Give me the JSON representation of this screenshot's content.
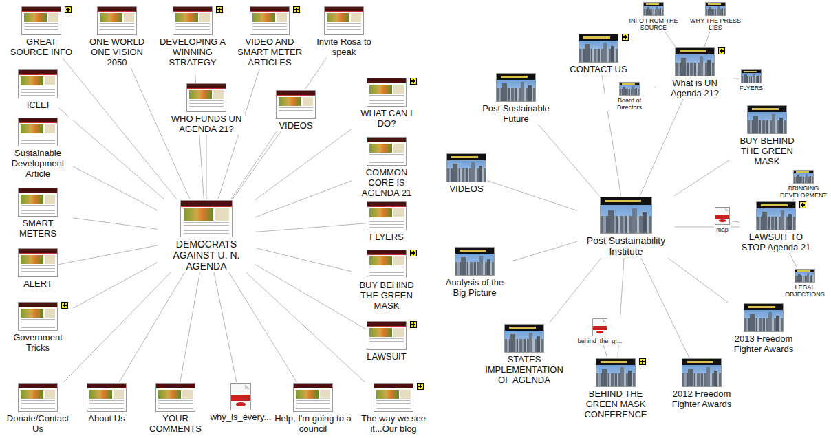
{
  "diagram": {
    "nodes": [
      {
        "text": [
          "DEMOCRATS AGAINST U. N. AGENDA"
        ]
      },
      {
        "text": [
          "GREAT SOURCE INFO"
        ]
      },
      {
        "text": [
          "ONE WORLD ONE VISION 2050"
        ]
      },
      {
        "text": [
          "DEVELOPING A WINNING STRATEGY"
        ]
      },
      {
        "text": [
          "VIDEO AND SMART METER ARTICLES"
        ]
      },
      {
        "text": [
          "Invite Rosa to speak"
        ]
      },
      {
        "text": [
          "WHO FUNDS UN AGENDA 21?"
        ]
      },
      {
        "text": [
          "VIDEOS"
        ]
      },
      {
        "text": [
          "WHAT CAN I DO?"
        ]
      },
      {
        "text": [
          "COMMON CORE IS AGENDA 21"
        ]
      },
      {
        "text": [
          "FLYERS"
        ]
      },
      {
        "text": [
          "BUY BEHIND THE GREEN MASK"
        ]
      },
      {
        "text": [
          "LAWSUIT"
        ]
      },
      {
        "text": [
          "ICLEI"
        ]
      },
      {
        "text": [
          "Sustainable Development Article"
        ]
      },
      {
        "text": [
          "SMART METERS"
        ]
      },
      {
        "text": [
          "ALERT"
        ]
      },
      {
        "text": [
          "Government Tricks"
        ]
      },
      {
        "text": [
          "Donate/Contact Us"
        ]
      },
      {
        "text": [
          "About Us"
        ]
      },
      {
        "text": [
          "YOUR COMMENTS"
        ]
      },
      {
        "text": [
          "why_is_every..."
        ]
      },
      {
        "text": [
          "Help, I'm going to a council"
        ]
      },
      {
        "text": [
          "The way we see it...Our blog"
        ]
      },
      {
        "text": [
          "Post Sustainability Institute"
        ]
      },
      {
        "text": [
          "CONTACT US"
        ]
      },
      {
        "text": [
          "What is UN Agenda 21?"
        ]
      },
      {
        "text": [
          "INFO FROM THE SOURCE"
        ]
      },
      {
        "text": [
          "WHY THE PRESS LIES"
        ]
      },
      {
        "text": [
          "Board of Directors"
        ]
      },
      {
        "text": [
          "FLYERS"
        ]
      },
      {
        "text": [
          "Post Sustainable Future"
        ]
      },
      {
        "text": [
          "BUY BEHIND THE GREEN MASK"
        ]
      },
      {
        "text": [
          "BRINGING DEVELOPMENT"
        ]
      },
      {
        "text": [
          "VIDEOS"
        ]
      },
      {
        "text": [
          "map"
        ]
      },
      {
        "text": [
          "LAWSUIT TO STOP Agenda 21"
        ]
      },
      {
        "text": [
          "LEGAL OBJECTIONS"
        ]
      },
      {
        "text": [
          "Analysis of the Big Picture"
        ]
      },
      {
        "text": [
          "2013 Freedom Fighter Awards"
        ]
      },
      {
        "text": [
          "STATES IMPLEMENTATION OF AGENDA"
        ]
      },
      {
        "text": [
          "behind_the_gr..."
        ]
      },
      {
        "text": [
          "BEHIND THE GREEN MASK CONFERENCE"
        ]
      },
      {
        "text": [
          "2012 Freedom Fighter Awards"
        ]
      }
    ],
    "edges": [
      {
        "from": 0,
        "to": 1,
        "arrow": "none"
      },
      {
        "from": 0,
        "to": 2,
        "arrow": "none"
      },
      {
        "from": 0,
        "to": 3,
        "arrow": "none"
      },
      {
        "from": 0,
        "to": 4,
        "arrow": "none"
      },
      {
        "from": 0,
        "to": 5,
        "arrow": "none"
      },
      {
        "from": 0,
        "to": 6,
        "arrow": "none"
      },
      {
        "from": 0,
        "to": 7,
        "arrow": "none"
      },
      {
        "from": 0,
        "to": 8,
        "arrow": "none"
      },
      {
        "from": 0,
        "to": 9,
        "arrow": "none"
      },
      {
        "from": 0,
        "to": 10,
        "arrow": "none"
      },
      {
        "from": 0,
        "to": 11,
        "arrow": "none"
      },
      {
        "from": 0,
        "to": 12,
        "arrow": "none"
      },
      {
        "from": 0,
        "to": 13,
        "arrow": "none"
      },
      {
        "from": 0,
        "to": 14,
        "arrow": "none"
      },
      {
        "from": 0,
        "to": 15,
        "arrow": "none"
      },
      {
        "from": 0,
        "to": 16,
        "arrow": "none"
      },
      {
        "from": 0,
        "to": 17,
        "arrow": "none"
      },
      {
        "from": 0,
        "to": 18,
        "arrow": "none"
      },
      {
        "from": 0,
        "to": 19,
        "arrow": "none"
      },
      {
        "from": 0,
        "to": 20,
        "arrow": "none"
      },
      {
        "from": 0,
        "to": 21,
        "arrow": "none"
      },
      {
        "from": 0,
        "to": 22,
        "arrow": "none"
      },
      {
        "from": 0,
        "to": 23,
        "arrow": "none"
      },
      {
        "from": 24,
        "to": 25,
        "arrow": "none"
      },
      {
        "from": 24,
        "to": 26,
        "arrow": "none"
      },
      {
        "from": 26,
        "to": 27,
        "arrow": "none"
      },
      {
        "from": 26,
        "to": 28,
        "arrow": "none"
      },
      {
        "from": 26,
        "to": 29,
        "arrow": "none"
      },
      {
        "from": 26,
        "to": 30,
        "arrow": "none"
      },
      {
        "from": 24,
        "to": 31,
        "arrow": "none"
      },
      {
        "from": 24,
        "to": 32,
        "arrow": "none"
      },
      {
        "from": 24,
        "to": 34,
        "arrow": "none"
      },
      {
        "from": 24,
        "to": 36,
        "arrow": "none"
      },
      {
        "from": 36,
        "to": 33,
        "arrow": "none"
      },
      {
        "from": 36,
        "to": 35,
        "arrow": "none"
      },
      {
        "from": 36,
        "to": 37,
        "arrow": "none"
      },
      {
        "from": 24,
        "to": 38,
        "arrow": "none"
      },
      {
        "from": 24,
        "to": 39,
        "arrow": "none"
      },
      {
        "from": 24,
        "to": 40,
        "arrow": "none"
      },
      {
        "from": 24,
        "to": 42,
        "arrow": "none"
      },
      {
        "from": 42,
        "to": 41,
        "arrow": "none"
      },
      {
        "from": 24,
        "to": 43,
        "arrow": "none"
      }
    ]
  }
}
